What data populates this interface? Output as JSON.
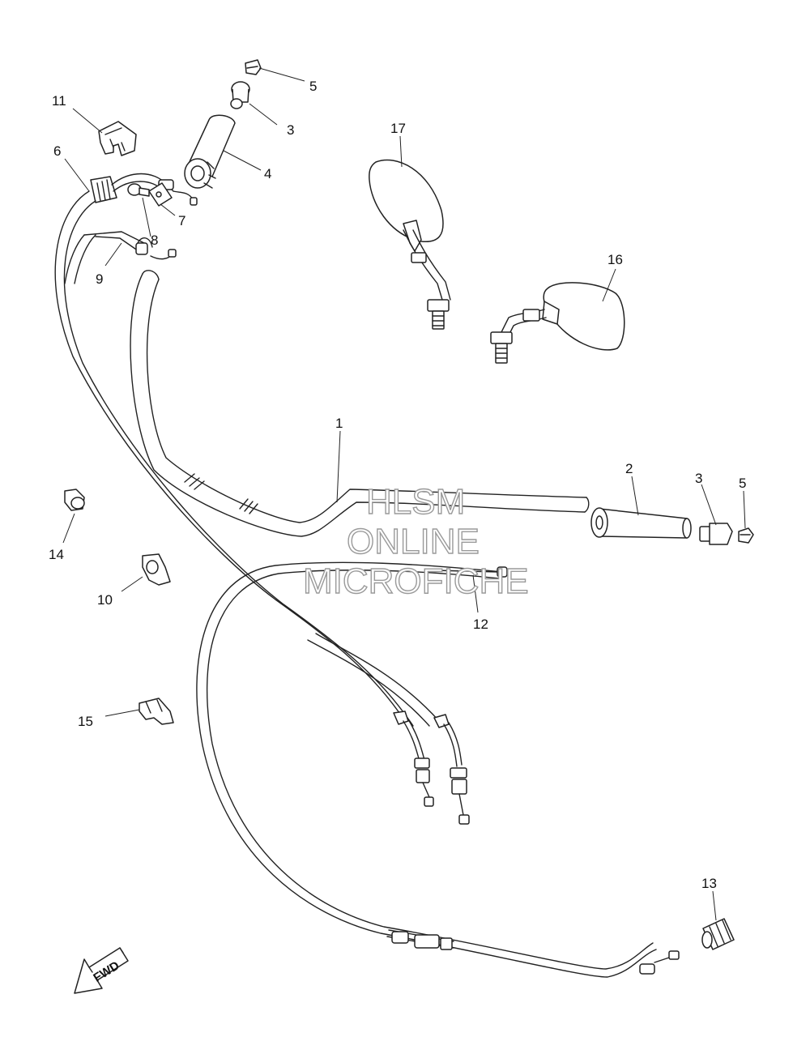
{
  "watermark": {
    "line1": "HLSM",
    "line2": "ONLINE",
    "line3": "MICROFICHE",
    "color": "#9a9a9a"
  },
  "direction_arrow": {
    "label": "FWD",
    "icon": "fwd-arrow-icon"
  },
  "callouts": [
    {
      "id": "c1",
      "text": "1"
    },
    {
      "id": "c2",
      "text": "2"
    },
    {
      "id": "c3a",
      "text": "3"
    },
    {
      "id": "c3b",
      "text": "3"
    },
    {
      "id": "c4",
      "text": "4"
    },
    {
      "id": "c5a",
      "text": "5"
    },
    {
      "id": "c5b",
      "text": "5"
    },
    {
      "id": "c6",
      "text": "6"
    },
    {
      "id": "c7",
      "text": "7"
    },
    {
      "id": "c8",
      "text": "8"
    },
    {
      "id": "c9",
      "text": "9"
    },
    {
      "id": "c10",
      "text": "10"
    },
    {
      "id": "c11",
      "text": "11"
    },
    {
      "id": "c12",
      "text": "12"
    },
    {
      "id": "c13",
      "text": "13"
    },
    {
      "id": "c14",
      "text": "14"
    },
    {
      "id": "c15",
      "text": "15"
    },
    {
      "id": "c16",
      "text": "16"
    },
    {
      "id": "c17",
      "text": "17"
    }
  ]
}
